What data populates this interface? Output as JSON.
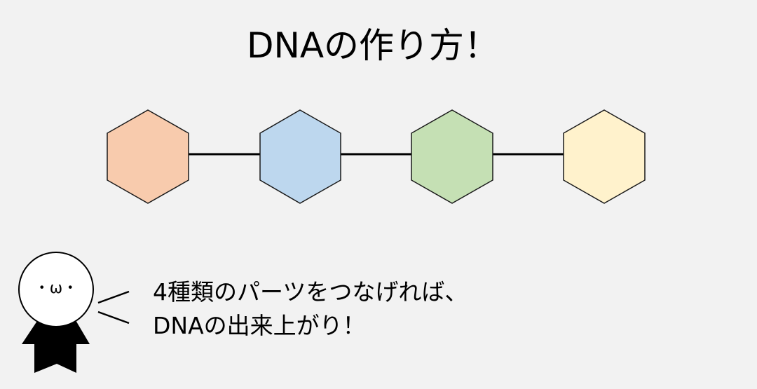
{
  "title": "DNAの作り方！",
  "parts": [
    {
      "color": "#f8cbad",
      "icon": "hexagon-orange"
    },
    {
      "color": "#bdd7ee",
      "icon": "hexagon-blue"
    },
    {
      "color": "#c5e0b4",
      "icon": "hexagon-green"
    },
    {
      "color": "#fff2cc",
      "icon": "hexagon-yellow"
    }
  ],
  "character": {
    "face": "・ω・",
    "icon": "person-figure"
  },
  "speech": {
    "line1": "4種類のパーツをつなげれば、",
    "line2": "DNAの出来上がり！"
  }
}
